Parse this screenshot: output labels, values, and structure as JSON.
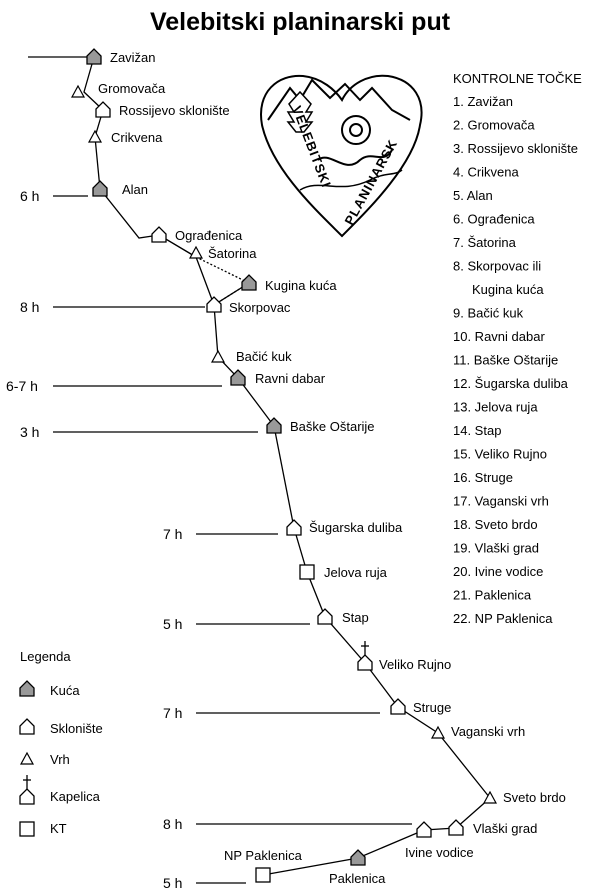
{
  "title": "Velebitski planinarski put",
  "logo_text": {
    "left": "VELEBITSKI",
    "right": "PLANINARSKI PUT"
  },
  "route": [
    {
      "label": "Zavižan",
      "type": "kuca"
    },
    {
      "label": "Gromovača",
      "type": "vrh"
    },
    {
      "label": "Rossijevo sklonište",
      "type": "skloniste"
    },
    {
      "label": "Crikvena",
      "type": "vrh"
    },
    {
      "label": "Alan",
      "type": "kuca"
    },
    {
      "label": "Ograđenica",
      "type": "skloniste"
    },
    {
      "label": "Šatorina",
      "type": "vrh"
    },
    {
      "label": "Kugina kuća",
      "type": "kuca"
    },
    {
      "label": "Skorpovac",
      "type": "skloniste"
    },
    {
      "label": "Bačić kuk",
      "type": "vrh"
    },
    {
      "label": "Ravni dabar",
      "type": "kuca"
    },
    {
      "label": "Baške Oštarije",
      "type": "kuca"
    },
    {
      "label": "Šugarska duliba",
      "type": "skloniste"
    },
    {
      "label": "Jelova ruja",
      "type": "kt"
    },
    {
      "label": "Stap",
      "type": "skloniste"
    },
    {
      "label": "Veliko Rujno",
      "type": "kapelica"
    },
    {
      "label": "Struge",
      "type": "skloniste"
    },
    {
      "label": "Vaganski vrh",
      "type": "vrh"
    },
    {
      "label": "Sveto brdo",
      "type": "vrh"
    },
    {
      "label": "Vlaški grad",
      "type": "skloniste"
    },
    {
      "label": "Ivine vodice",
      "type": "skloniste"
    },
    {
      "label": "Paklenica",
      "type": "kuca"
    },
    {
      "label": "NP Paklenica",
      "type": "kt"
    }
  ],
  "times": [
    "6 h",
    "8 h",
    "6-7 h",
    "3 h",
    "7 h",
    "5 h",
    "7 h",
    "8 h",
    "5 h"
  ],
  "control_points": {
    "heading": "KONTROLNE TOČKE",
    "items": [
      "1. Zavižan",
      "2. Gromovača",
      "3. Rossijevo sklonište",
      "4. Crikvena",
      "5. Alan",
      "6. Ograđenica",
      "7. Šatorina",
      "8. Skorpovac ili",
      "Kugina kuća",
      "9. Bačić kuk",
      "10. Ravni dabar",
      "11. Baške Oštarije",
      "12. Šugarska duliba",
      "13. Jelova ruja",
      "14. Stap",
      "15. Veliko Rujno",
      "16. Struge",
      "17. Vaganski vrh",
      "18. Sveto brdo",
      "19. Vlaški grad",
      "20. Ivine vodice",
      "21. Paklenica",
      "22. NP Paklenica"
    ]
  },
  "legend": {
    "heading": "Legenda",
    "items": [
      {
        "label": "Kuća",
        "type": "kuca"
      },
      {
        "label": "Sklonište",
        "type": "skloniste"
      },
      {
        "label": "Vrh",
        "type": "vrh"
      },
      {
        "label": "Kapelica",
        "type": "kapelica"
      },
      {
        "label": "KT",
        "type": "kt"
      }
    ]
  },
  "colors": {
    "kuca_fill": "#999999",
    "line": "#000000"
  }
}
